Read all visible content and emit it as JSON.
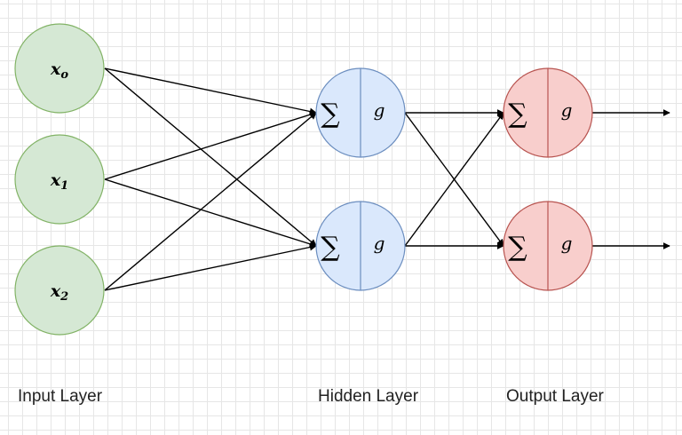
{
  "colors": {
    "input_fill": "#d5e8d4",
    "input_stroke": "#82b366",
    "hidden_fill": "#dae8fc",
    "hidden_stroke": "#6c8ebf",
    "output_fill": "#f8cecc",
    "output_stroke": "#b85450",
    "edge": "#000000",
    "grid": "#e6e6e6"
  },
  "input_nodes": [
    {
      "base": "x",
      "sub": "o"
    },
    {
      "base": "x",
      "sub": "1"
    },
    {
      "base": "x",
      "sub": "2"
    }
  ],
  "hidden_nodes": [
    {
      "sum": "∑",
      "fn": "g"
    },
    {
      "sum": "∑",
      "fn": "g"
    }
  ],
  "output_nodes": [
    {
      "sum": "∑",
      "fn": "g"
    },
    {
      "sum": "∑",
      "fn": "g"
    }
  ],
  "labels": {
    "input_layer": "Input Layer",
    "hidden_layer": "Hidden Layer",
    "output_layer": "Output Layer"
  }
}
